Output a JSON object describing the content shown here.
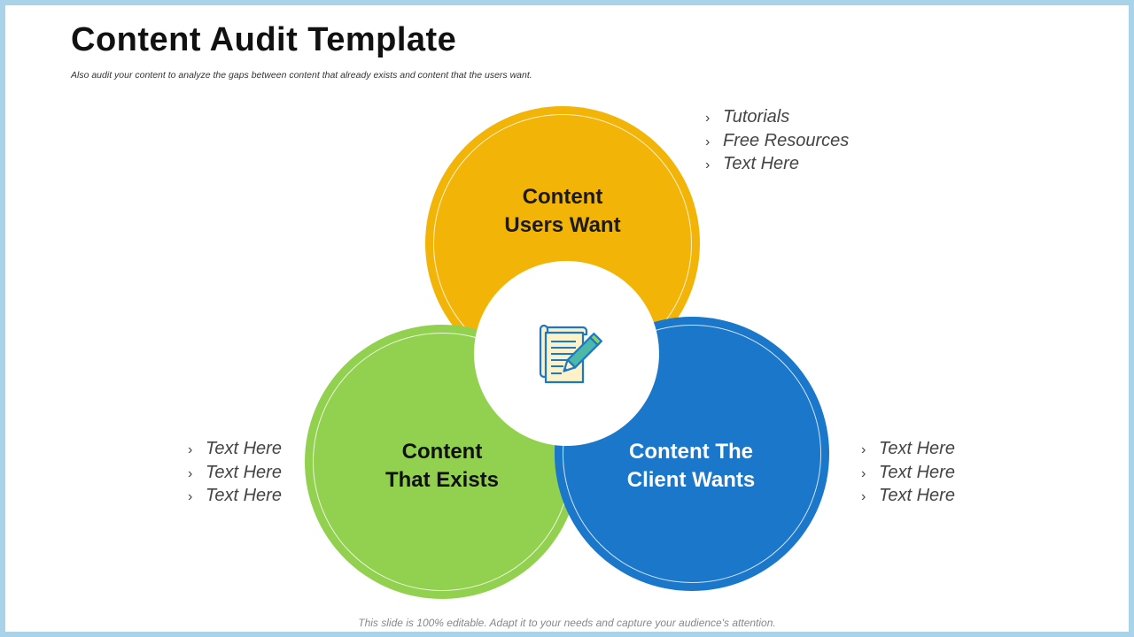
{
  "title": "Content Audit Template",
  "subtitle": "Also audit your content to analyze the gaps between content that already exists and content that the users want.",
  "circles": {
    "top": {
      "line1": "Content",
      "line2": "Users Want",
      "color": "#f3b408"
    },
    "left": {
      "line1": "Content",
      "line2": "That Exists",
      "color": "#92d14f"
    },
    "right": {
      "line1": "Content The",
      "line2": "Client Wants",
      "color": "#1a77c9"
    }
  },
  "center_icon": "document-pencil-icon",
  "bullets_top": [
    "Tutorials",
    "Free Resources",
    "Text Here"
  ],
  "bullets_left": [
    "Text Here",
    "Text Here",
    "Text Here"
  ],
  "bullets_right": [
    "Text Here",
    "Text Here",
    "Text Here"
  ],
  "footer": "This slide is 100% editable. Adapt it to your needs and capture your audience's attention."
}
